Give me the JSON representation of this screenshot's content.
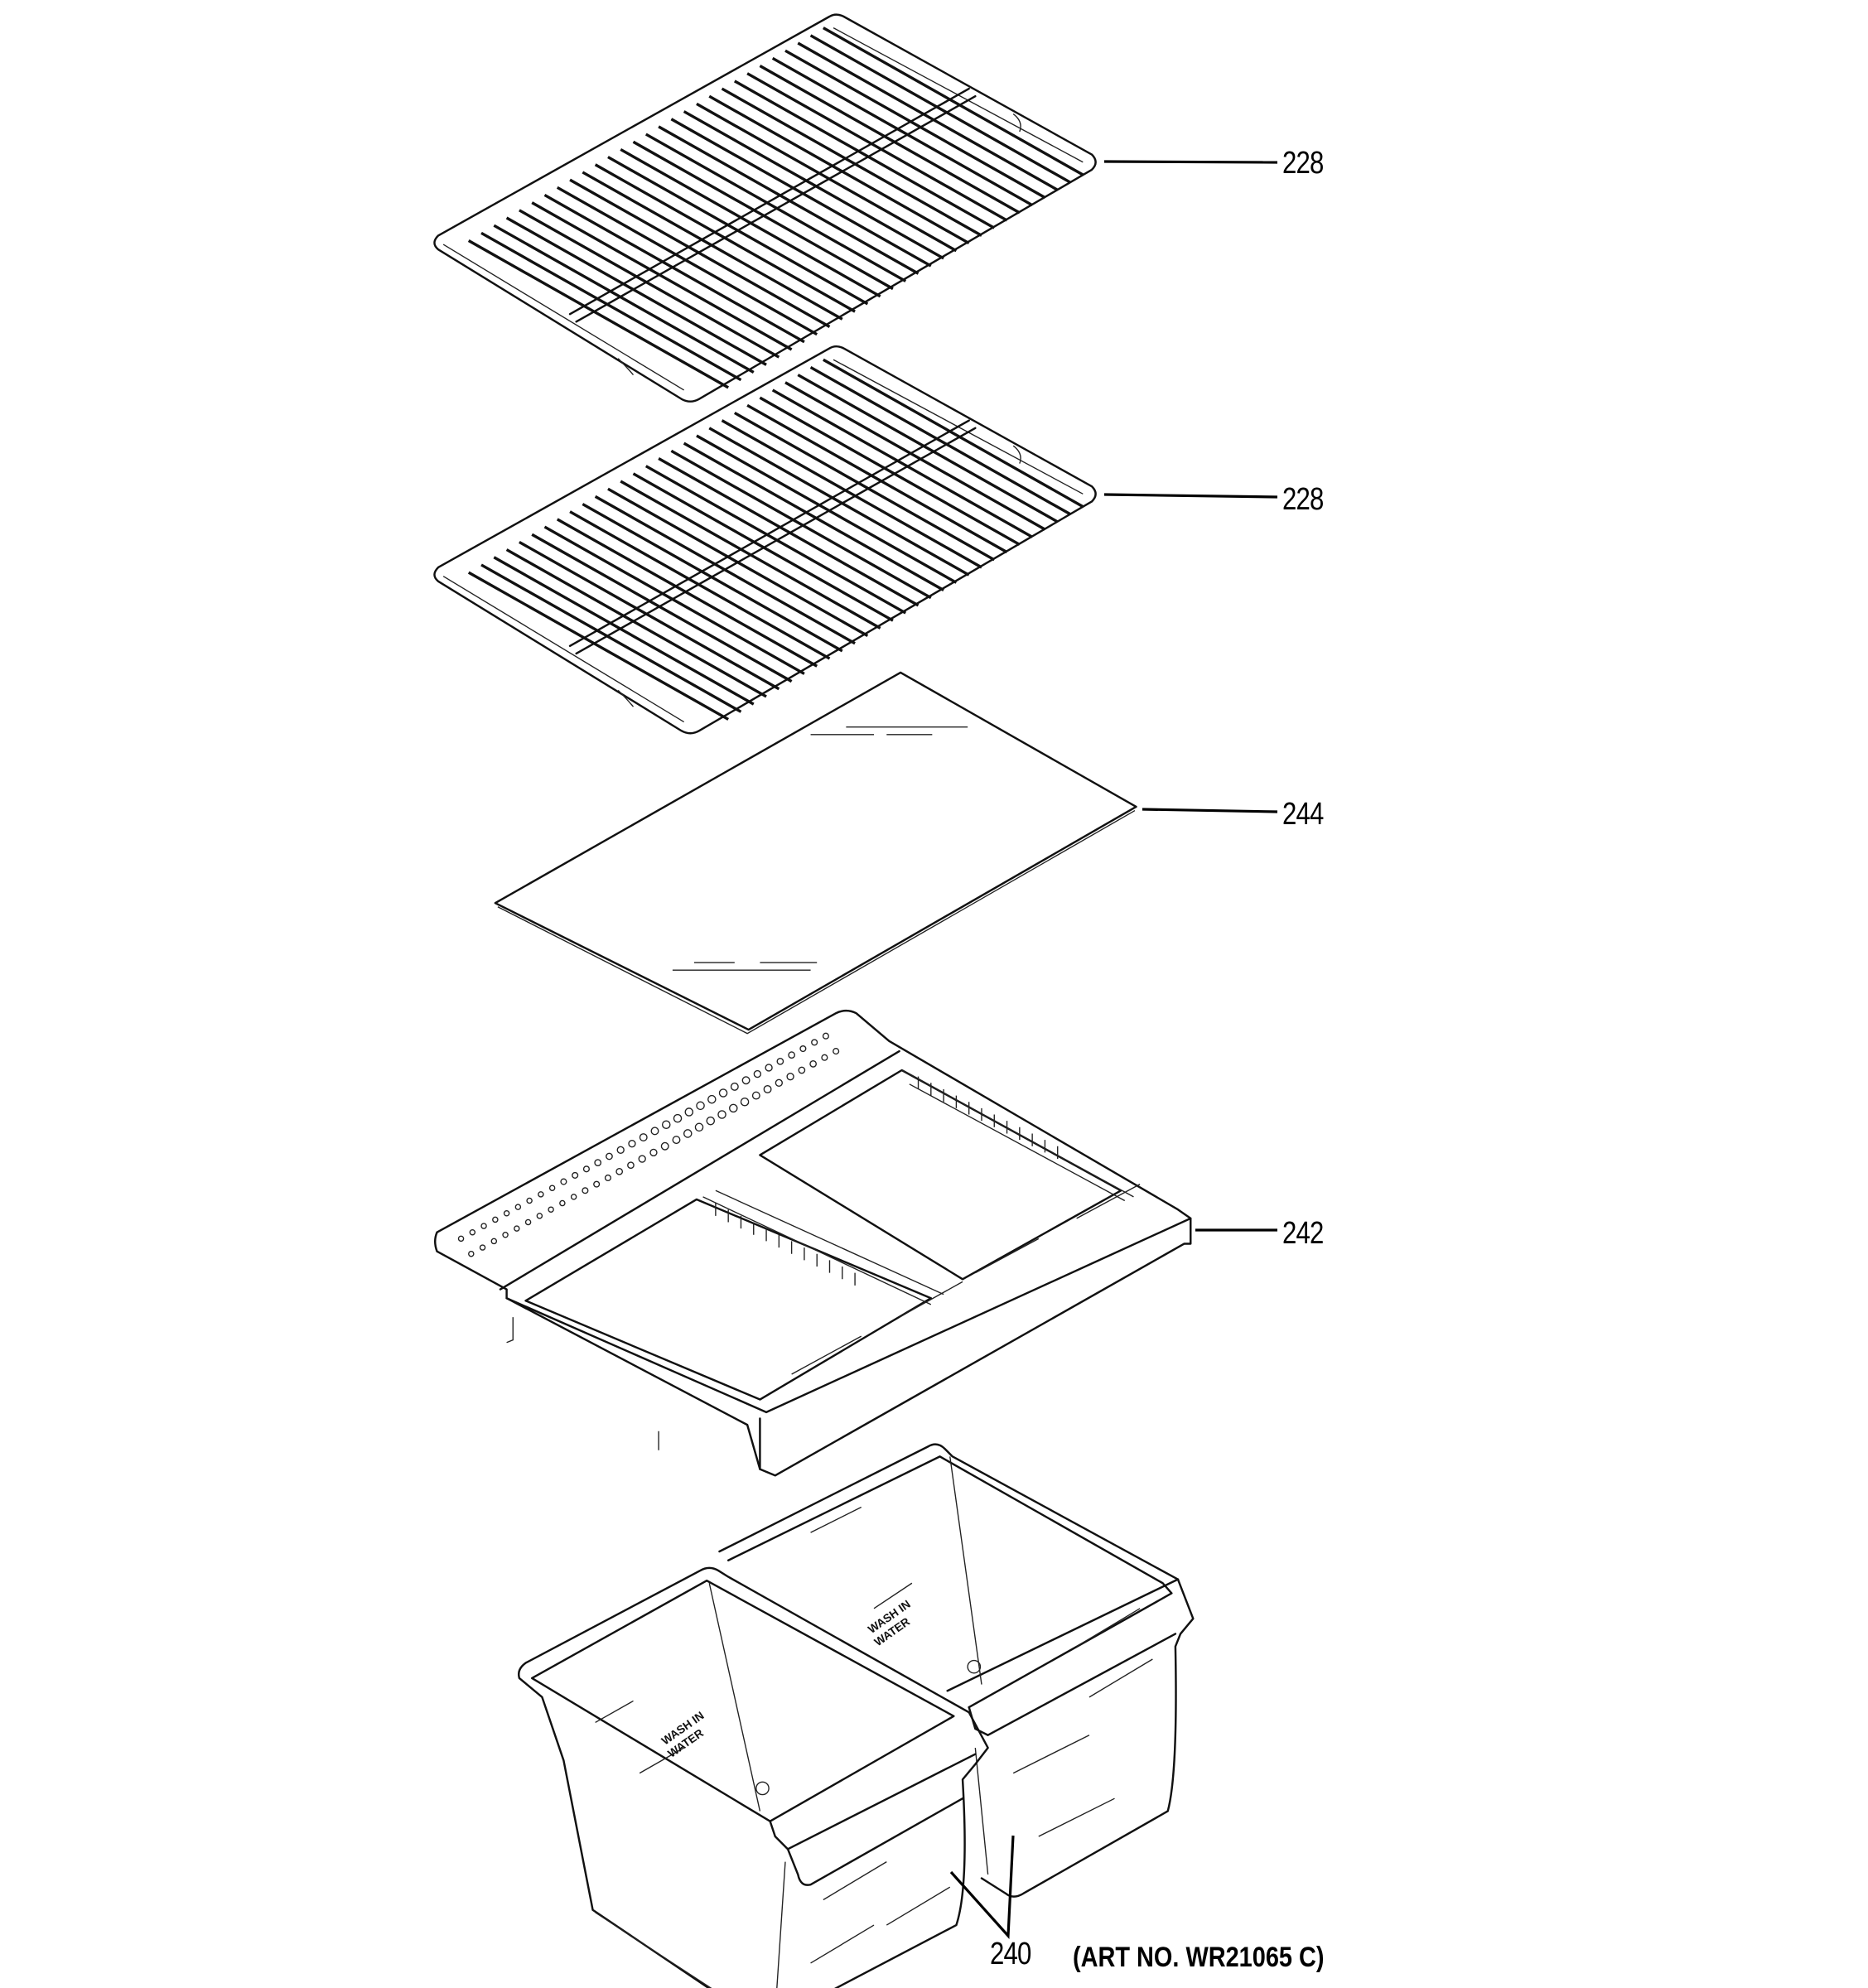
{
  "diagram": {
    "type": "exploded parts diagram",
    "subject": "Refrigerator fresh food shelves and crisper drawers",
    "art_number": "(ART NO. WR21065 C)",
    "parts": [
      {
        "callout": "228",
        "description": "wire shelf (upper)"
      },
      {
        "callout": "228",
        "description": "wire shelf (lower)"
      },
      {
        "callout": "244",
        "description": "glass pan cover insert"
      },
      {
        "callout": "242",
        "description": "crisper pan cover frame"
      },
      {
        "callout": "240",
        "description": "crisper drawers (pair)"
      }
    ],
    "drawer_marking": [
      "WASH IN",
      "WATER"
    ]
  },
  "callouts": {
    "c228a": "228",
    "c228b": "228",
    "c244": "244",
    "c242": "242",
    "c240": "240"
  }
}
